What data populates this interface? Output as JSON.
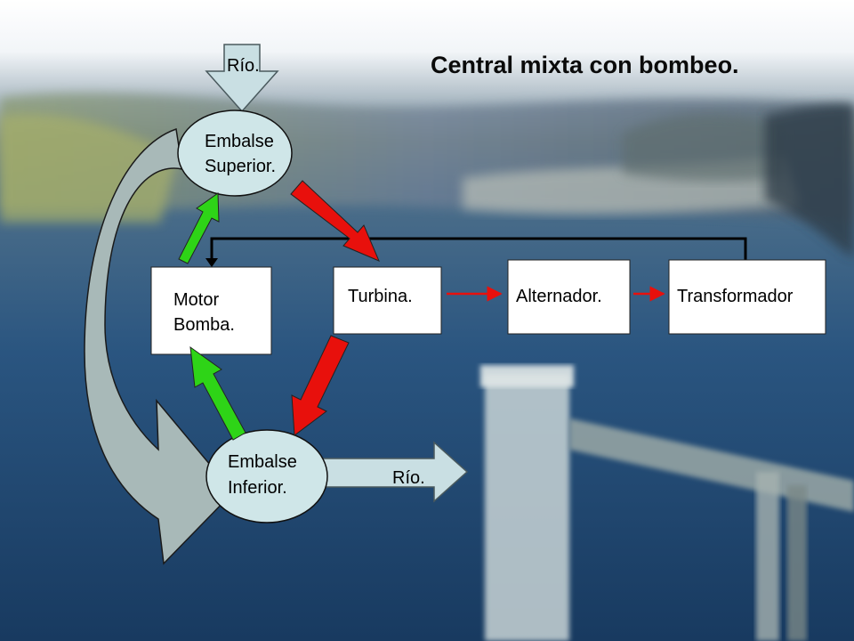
{
  "title": "Central mixta con bombeo.",
  "labels": {
    "river_top": "Río.",
    "river_bottom": "Río.",
    "upper_reservoir": [
      "Embalse",
      "Superior."
    ],
    "lower_reservoir": [
      "Embalse",
      "Inferior."
    ],
    "motor_pump": [
      "Motor",
      "Bomba."
    ],
    "turbine": "Turbina.",
    "alternator": "Alternador.",
    "transformer": "Transformador"
  },
  "colors": {
    "generation_flow": "#e8100c",
    "pumping_flow": "#2ed417",
    "reservoir_fill": "#cfe6e8",
    "river_arrow_fill": "#c9dfe3"
  }
}
